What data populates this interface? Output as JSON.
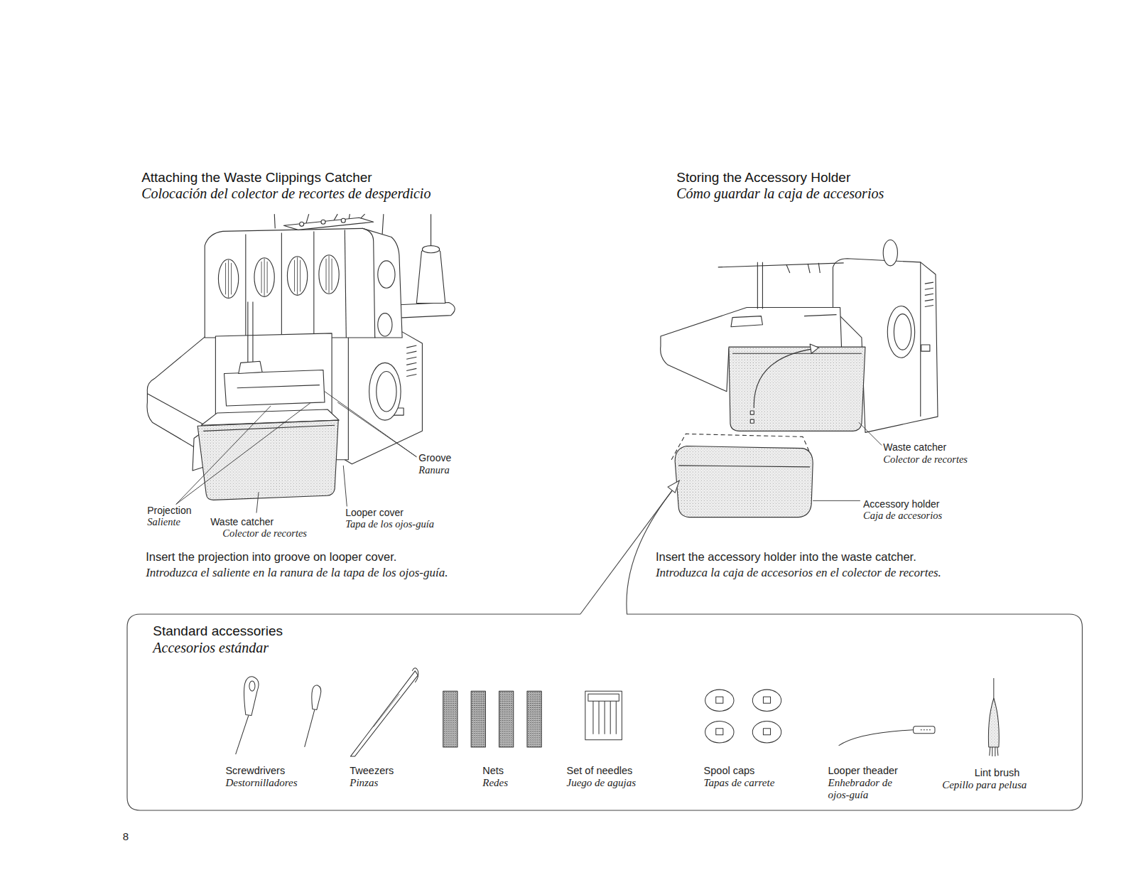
{
  "diagram": {
    "nodes": [
      {
        "text": [
          "Standard accessories",
          "Accesorios estándar",
          "Screwdrivers",
          "Destornilladores",
          "Tweezers",
          "Pinzas",
          "Nets",
          "Redes",
          "Set of needles",
          "Juego de agujas",
          "Spool caps",
          "Tapas de carrete",
          "Looper theader",
          "Enhebrador de ojos-guía",
          "Lint brush",
          "Cepillo para pelusa"
        ]
      }
    ],
    "labels": [
      "Attaching the Waste Clippings Catcher",
      "Colocación del colector de recortes de desperdicio",
      "Groove",
      "Ranura",
      "Projection",
      "Saliente",
      "Waste catcher",
      "Colector de recortes",
      "Looper cover",
      "Tapa de los ojos-guía",
      "Insert the projection into groove on looper cover.",
      "Introduzca el saliente en la ranura de la tapa de los ojos-guía.",
      "Storing the Accessory Holder",
      "Cómo guardar la caja de accesorios",
      "Waste catcher",
      "Colector de recortes",
      "Accessory holder",
      "Caja de accesorios",
      "Insert the accessory holder into the waste catcher.",
      "Introduzca la caja de accesorios en el colector de recortes.",
      "8"
    ]
  }
}
